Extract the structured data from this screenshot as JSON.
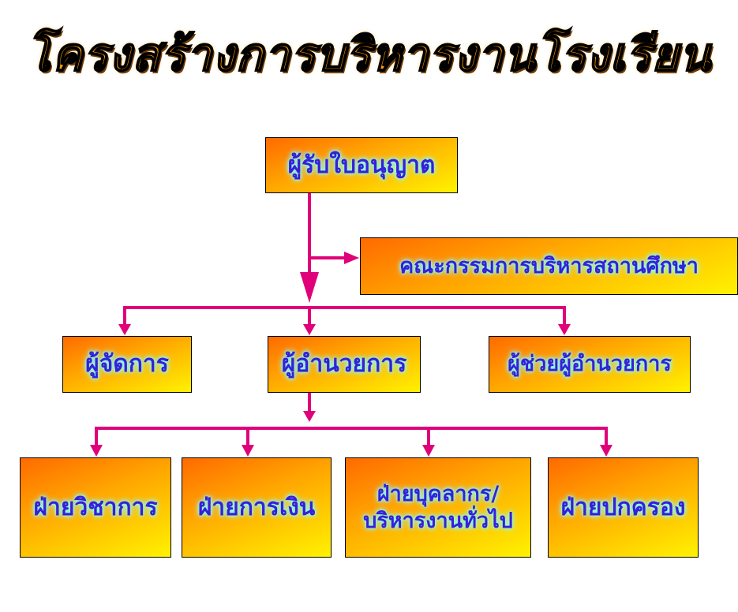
{
  "title": "โครงสร้างการบริหารงานโรงเรียน",
  "nodes": {
    "licensee": "ผู้รับใบอนุญาต",
    "committee": "คณะกรรมการบริหารสถานศึกษา",
    "manager": "ผู้จัดการ",
    "director": "ผู้อำนวยการ",
    "assistant_director": "ผู้ช่วยผู้อำนวยการ",
    "academic": "ฝ่ายวิชาการ",
    "finance": "ฝ่ายการเงิน",
    "personnel": "ฝ่ายบุคลากร/\nบริหารงานทั่วไป",
    "governance": "ฝ่ายปกครอง"
  },
  "colors": {
    "connector": "#e0007a",
    "text": "#3a1ed6",
    "glow": "#7fffff",
    "title_fill": "#ff9a00"
  }
}
